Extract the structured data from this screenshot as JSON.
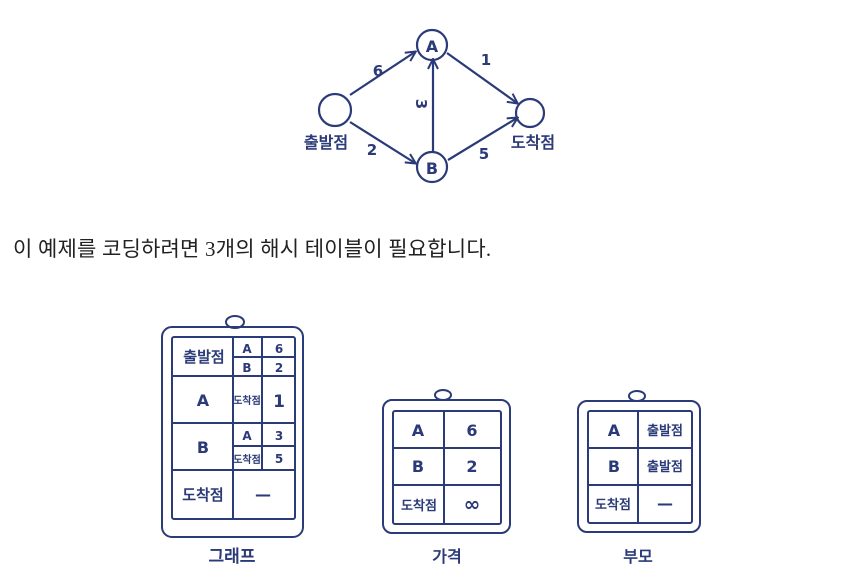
{
  "graph_diagram": {
    "nodes": {
      "start": "출발점",
      "a": "A",
      "b": "B",
      "finish": "도착점"
    },
    "edges": [
      {
        "from": "출발점",
        "to": "A",
        "weight": "6"
      },
      {
        "from": "출발점",
        "to": "B",
        "weight": "2"
      },
      {
        "from": "B",
        "to": "A",
        "weight": "3"
      },
      {
        "from": "A",
        "to": "도착점",
        "weight": "1"
      },
      {
        "from": "B",
        "to": "도착점",
        "weight": "5"
      }
    ]
  },
  "sentence": "이 예제를 코딩하려면 3개의 해시 테이블이 필요합니다.",
  "tables": {
    "graph": {
      "caption": "그래프",
      "rows": [
        {
          "node": "출발점",
          "neighbors": [
            [
              "A",
              "6"
            ],
            [
              "B",
              "2"
            ]
          ]
        },
        {
          "node": "A",
          "neighbors": [
            [
              "도착점",
              "1"
            ]
          ]
        },
        {
          "node": "B",
          "neighbors": [
            [
              "A",
              "3"
            ],
            [
              "도착점",
              "5"
            ]
          ]
        },
        {
          "node": "도착점",
          "neighbors": [
            [
              "—",
              ""
            ]
          ]
        }
      ]
    },
    "costs": {
      "caption": "가격",
      "rows": [
        [
          "A",
          "6"
        ],
        [
          "B",
          "2"
        ],
        [
          "도착점",
          "∞"
        ]
      ]
    },
    "parents": {
      "caption": "부모",
      "rows": [
        [
          "A",
          "출발점"
        ],
        [
          "B",
          "출발점"
        ],
        [
          "도착점",
          "—"
        ]
      ]
    }
  }
}
